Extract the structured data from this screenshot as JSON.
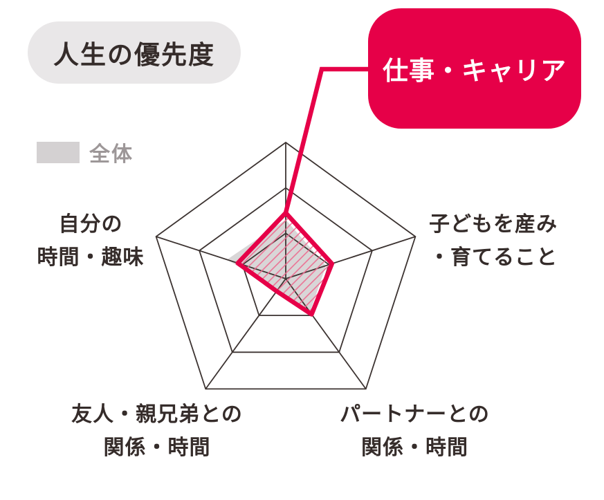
{
  "title": {
    "label": "人生の優先度"
  },
  "callout": {
    "label": "仕事・キャリア"
  },
  "legend": {
    "label": "全体",
    "swatch_color": "#d4d1d2"
  },
  "colors": {
    "accent": "#e60048",
    "hatch_line": "#ec6b8f",
    "gray_fill": "#d9d6d7",
    "grid_line": "#3c3331",
    "text_dark": "#352c2a",
    "legend_text": "#9d9798",
    "title_bg": "#e9e7e8",
    "callout_text": "#ffffff"
  },
  "axis_labels": {
    "right": {
      "line1": "子どもを産み",
      "line2": "・育てること"
    },
    "left": {
      "line1": "自分の",
      "line2": "時間・趣味"
    },
    "bottom_left": {
      "line1": "友人・親兄弟との",
      "line2": "関係・時間"
    },
    "bottom_right": {
      "line1": "パートナーとの",
      "line2": "関係・時間"
    }
  },
  "chart_data": {
    "type": "radar",
    "categories": [
      "仕事・キャリア",
      "子どもを産み・育てること",
      "パートナーとの関係・時間",
      "友人・親兄弟との関係・時間",
      "自分の時間・趣味"
    ],
    "axis_order": [
      "top",
      "right",
      "bottom-right",
      "bottom-left",
      "left"
    ],
    "levels": 3,
    "max": 3,
    "grid": "pentagon, 3 concentric rings with spokes",
    "legend_position": "upper-left",
    "series": [
      {
        "name": "全体",
        "style": "solid-gray-fill",
        "values": [
          1.3,
          0.93,
          0.91,
          0.3,
          1.36
        ]
      },
      {
        "name": "仕事・キャリア",
        "style": "red-outline-diagonal-hatch",
        "values": [
          1.45,
          1.07,
          0.97,
          0.34,
          1.11
        ]
      }
    ]
  }
}
